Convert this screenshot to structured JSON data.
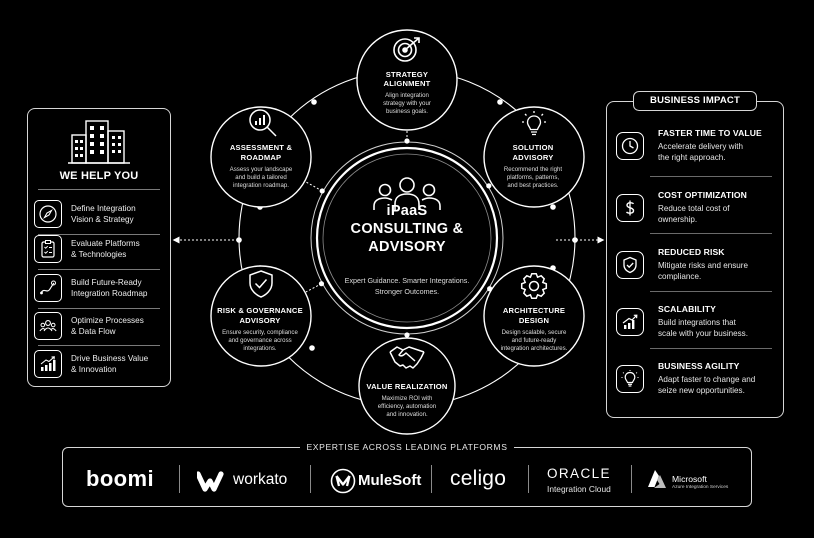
{
  "hub": {
    "title_line1": "iPaaS",
    "title_line2": "CONSULTING &",
    "title_line3": "ADVISORY",
    "subtitle_line1": "Expert Guidance. Smarter Integrations.",
    "subtitle_line2": "Stronger Outcomes."
  },
  "satellites": [
    {
      "id": "strategy",
      "title": [
        "STRATEGY",
        "ALIGNMENT"
      ],
      "desc": [
        "Align integration",
        "strategy with your",
        "business goals."
      ],
      "icon": "target-icon"
    },
    {
      "id": "solution",
      "title": [
        "SOLUTION",
        "ADVISORY"
      ],
      "desc": [
        "Recommend the right",
        "platforms, patterns,",
        "and best practices."
      ],
      "icon": "lightbulb-icon"
    },
    {
      "id": "architecture",
      "title": [
        "ARCHITECTURE",
        "DESIGN"
      ],
      "desc": [
        "Design scalable, secure",
        "and future-ready",
        "integration architectures."
      ],
      "icon": "gear-icon"
    },
    {
      "id": "value",
      "title": [
        "VALUE REALIZATION"
      ],
      "desc": [
        "Maximize ROI with",
        "efficiency, automation",
        "and innovation."
      ],
      "icon": "handshake-icon"
    },
    {
      "id": "risk",
      "title": [
        "RISK & GOVERNANCE",
        "ADVISORY"
      ],
      "desc": [
        "Ensure security, compliance",
        "and governance across",
        "integrations."
      ],
      "icon": "shield-check-icon"
    },
    {
      "id": "assessment",
      "title": [
        "ASSESSMENT &",
        "ROADMAP"
      ],
      "desc": [
        "Assess your landscape",
        "and build a tailored",
        "integration roadmap."
      ],
      "icon": "magnifier-chart-icon"
    }
  ],
  "left_panel": {
    "heading": "WE HELP YOU",
    "icon": "building-icon",
    "items": [
      {
        "text": [
          "Define Integration",
          "Vision & Strategy"
        ],
        "icon": "compass-icon"
      },
      {
        "text": [
          "Evaluate Platforms",
          "& Technologies"
        ],
        "icon": "checklist-icon"
      },
      {
        "text": [
          "Build Future-Ready",
          "Integration Roadmap"
        ],
        "icon": "route-icon"
      },
      {
        "text": [
          "Optimize Processes",
          "& Data Flow"
        ],
        "icon": "people-icon"
      },
      {
        "text": [
          "Drive Business Value",
          "& Innovation"
        ],
        "icon": "growth-chart-icon"
      }
    ]
  },
  "right_panel": {
    "heading": "BUSINESS IMPACT",
    "items": [
      {
        "title": "FASTER TIME TO VALUE",
        "desc": [
          "Accelerate delivery with",
          "the right approach."
        ],
        "icon": "clock-icon"
      },
      {
        "title": "COST OPTIMIZATION",
        "desc": [
          "Reduce total cost of",
          "ownership."
        ],
        "icon": "dollar-icon"
      },
      {
        "title": "REDUCED RISK",
        "desc": [
          "Mitigate risks and ensure",
          "compliance."
        ],
        "icon": "shield-check-icon"
      },
      {
        "title": "SCALABILITY",
        "desc": [
          "Build integrations that",
          "scale with your business."
        ],
        "icon": "bar-growth-icon"
      },
      {
        "title": "BUSINESS AGILITY",
        "desc": [
          "Adapt faster to change and",
          "seize new opportunities."
        ],
        "icon": "lightbulb-icon"
      }
    ]
  },
  "platforms": {
    "heading": "EXPERTISE ACROSS LEADING PLATFORMS",
    "logos": [
      {
        "name": "boomi"
      },
      {
        "name": "workato",
        "icon": "workato-w-icon"
      },
      {
        "name": "MuleSoft",
        "icon": "mulesoft-m-icon"
      },
      {
        "name": "celigo"
      },
      {
        "name": "ORACLE",
        "sub": "Integration Cloud"
      },
      {
        "name": "Microsoft",
        "sub": "Azure Integration Services",
        "icon": "azure-a-icon"
      }
    ]
  },
  "colors": {
    "background": "#000000",
    "foreground": "#ffffff",
    "muted": "#dddddd"
  }
}
